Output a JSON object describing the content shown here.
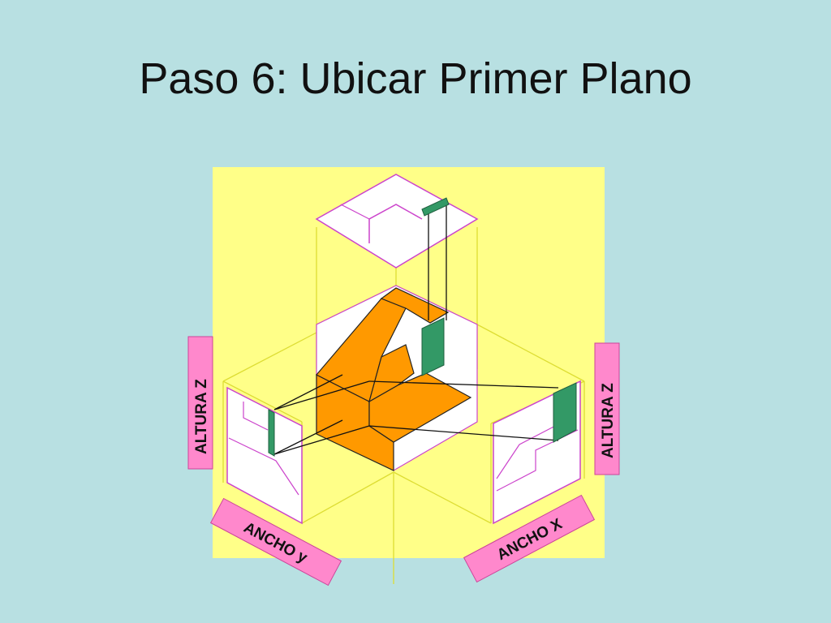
{
  "slide": {
    "title": "Paso 6: Ubicar Primer Plano"
  },
  "labels": {
    "altura_left": "ALTURA Z",
    "altura_right": "ALTURA Z",
    "ancho_y": "ANCHO y",
    "ancho_x": "ANCHO X"
  },
  "colors": {
    "background": "#b8e0e2",
    "panel": "#ffff88",
    "projection_face": "#ffffff",
    "outline": "#cc44cc",
    "construction_line": "#dddd33",
    "solid_face": "#ff9900",
    "highlight_plane": "#339966",
    "label_tag": "#ff88cc"
  }
}
